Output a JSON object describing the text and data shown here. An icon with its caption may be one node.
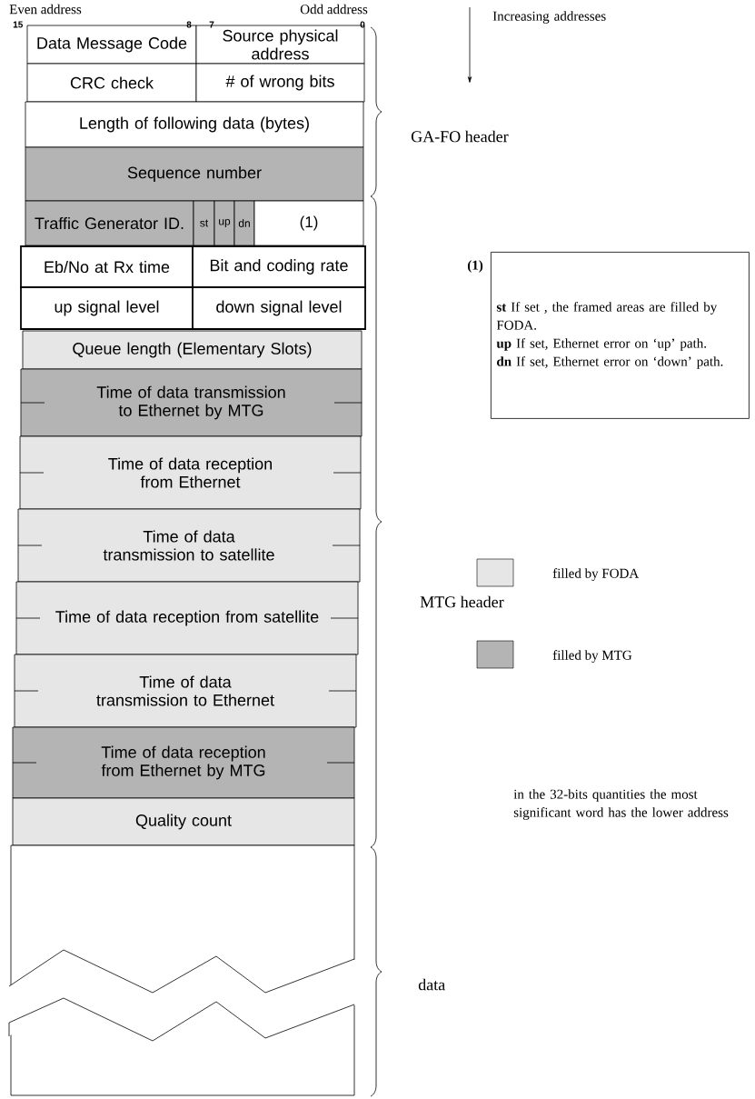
{
  "diagram": {
    "nodes": [
      {
        "text": [
          "Data Message Code"
        ]
      },
      {
        "text": [
          "Source physical address"
        ]
      },
      {
        "text": [
          "CRC check"
        ]
      },
      {
        "text": [
          "# of wrong bits"
        ]
      },
      {
        "text": [
          "Length of following data (bytes)"
        ]
      },
      {
        "text": [
          "Sequence number"
        ]
      },
      {
        "text": [
          "Traffic Generator ID."
        ]
      },
      {
        "text": [
          "st"
        ]
      },
      {
        "text": [
          "up"
        ]
      },
      {
        "text": [
          "dn"
        ]
      },
      {
        "text": [
          "(1)"
        ]
      },
      {
        "text": [
          "Eb/No at Rx time"
        ]
      },
      {
        "text": [
          "Bit and coding rate"
        ]
      },
      {
        "text": [
          "up signal level"
        ]
      },
      {
        "text": [
          "down signal level"
        ]
      },
      {
        "text": [
          "Queue length (Elementary Slots)"
        ]
      },
      {
        "text": [
          "Time of data transmission to Ethernet by MTG"
        ]
      },
      {
        "text": [
          "Time of data reception from Ethernet"
        ]
      },
      {
        "text": [
          "Time of data transmission to satellite"
        ]
      },
      {
        "text": [
          "Time of data reception from satellite"
        ]
      },
      {
        "text": [
          "Time of data transmission to Ethernet"
        ]
      },
      {
        "text": [
          "Time of data reception from Ethernet by MTG"
        ]
      },
      {
        "text": [
          "Quality count"
        ]
      },
      {
        "text": [],
        "shape": "box"
      },
      {
        "text": [
          "**st** If set , the framed areas are filled by FODA.",
          "**up** If set, Ethernet error on ‘up’ path.",
          "**dn** If set, Ethernet error on ‘down’ path."
        ],
        "beside": [
          "(1)"
        ]
      }
    ],
    "labels": [
      "Even address",
      "Odd address",
      "15",
      "8",
      "7",
      "0",
      "Increasing addresses",
      "GA-FO header",
      "MTG header",
      "data",
      "in the 32-bits quantities the most significant word has the lower address"
    ],
    "legend": [
      {
        "text": "filled by FODA",
        "color": "#e6e6e6"
      },
      {
        "text": "filled by MTG",
        "color": "#b4b4b4"
      }
    ]
  }
}
